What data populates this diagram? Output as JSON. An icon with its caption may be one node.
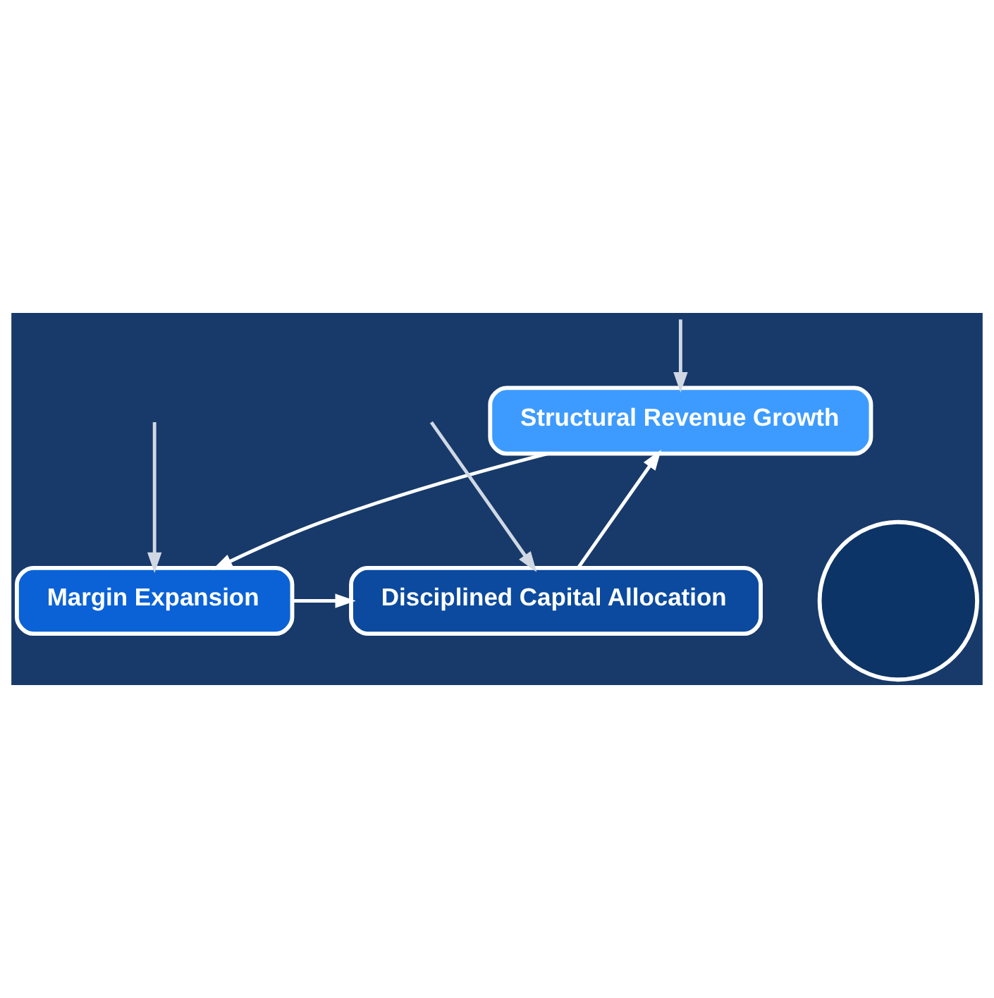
{
  "diagram": {
    "nodes": [
      {
        "text": [
          "Structural Revenue Growth"
        ]
      },
      {
        "text": [
          "Margin Expansion"
        ]
      },
      {
        "text": [
          "Disciplined Capital Allocation"
        ]
      },
      {
        "text": [],
        "shape": "circle"
      }
    ],
    "edges": [
      {
        "from": 0,
        "to": 1,
        "arrow": "to"
      },
      {
        "from": 1,
        "to": 2,
        "arrow": "to"
      },
      {
        "from": 2,
        "to": 0,
        "arrow": "to"
      },
      {
        "from": null,
        "to": 0,
        "arrow": "to",
        "color": "#d0d8e4"
      },
      {
        "from": null,
        "to": 2,
        "arrow": "to",
        "color": "#d0d8e4"
      },
      {
        "from": null,
        "to": 1,
        "arrow": "to",
        "color": "#d0d8e4"
      }
    ]
  }
}
